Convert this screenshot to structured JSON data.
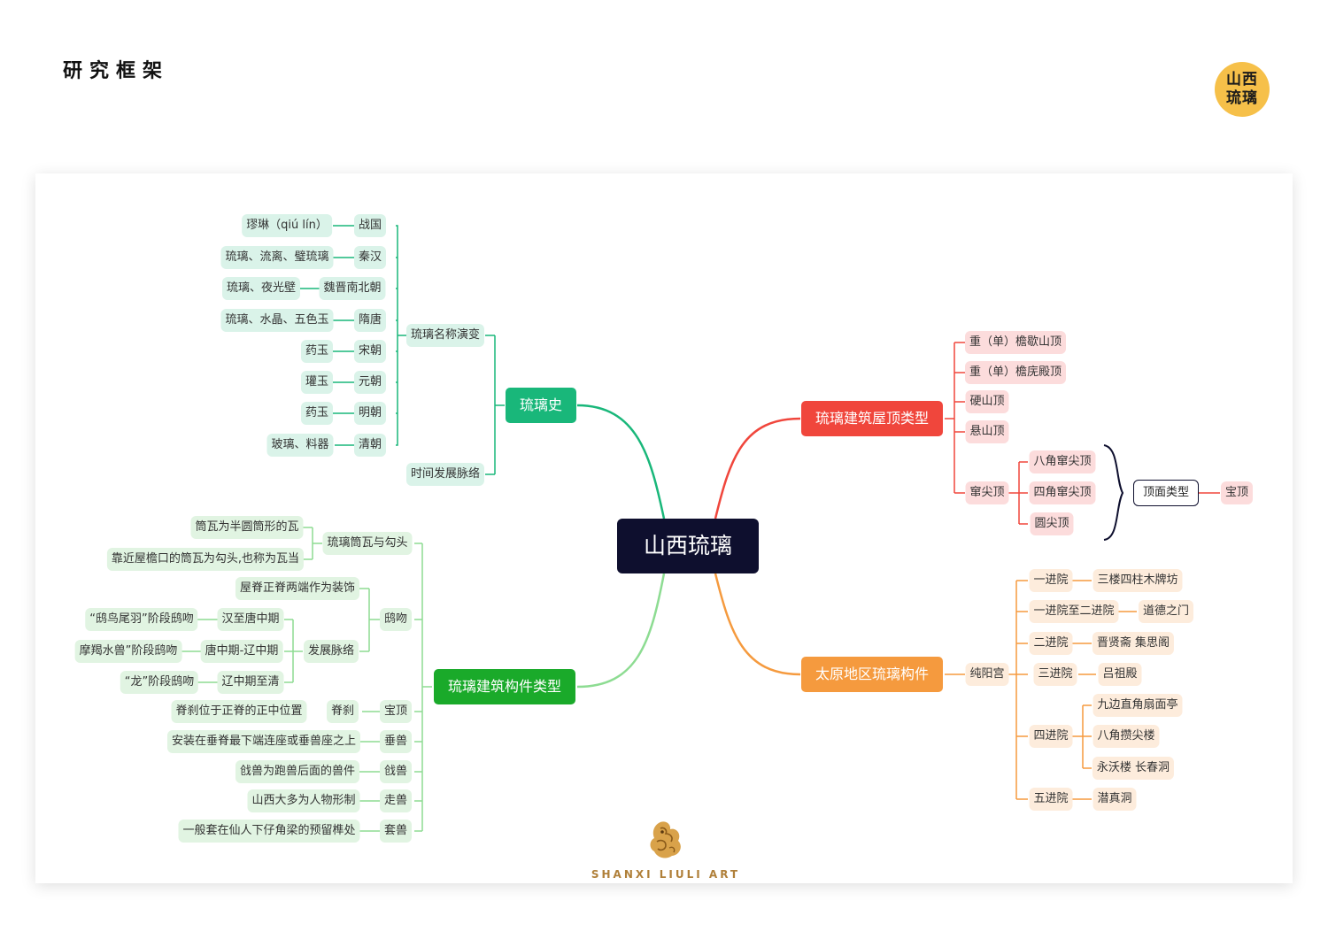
{
  "page": {
    "title": "研究框架",
    "badge_line1": "山西",
    "badge_line2": "琉璃",
    "footer": "SHANXI LIULI ART"
  },
  "colors": {
    "history": "#19b77a",
    "parts": "#1aaa2a",
    "roof": "#f0463c",
    "taiyuan": "#f59a3e",
    "root": "#0e0f2e"
  },
  "root": "山西琉璃",
  "branches": {
    "history": {
      "label": "琉璃史",
      "name_evolution": "琉璃名称演变",
      "timeline": "时间发展脉络",
      "eras": [
        {
          "era": "战国",
          "names": "璆琳（qiú lín）"
        },
        {
          "era": "秦汉",
          "names": "琉璃、流离、璧琉璃"
        },
        {
          "era": "魏晋南北朝",
          "names": "琉璃、夜光壁"
        },
        {
          "era": "隋唐",
          "names": "琉璃、水晶、五色玉"
        },
        {
          "era": "宋朝",
          "names": "药玉"
        },
        {
          "era": "元朝",
          "names": "瓘玉"
        },
        {
          "era": "明朝",
          "names": "药玉"
        },
        {
          "era": "清朝",
          "names": "玻璃、料器"
        }
      ]
    },
    "parts": {
      "label": "琉璃建筑构件类型",
      "tile_group": "琉璃筒瓦与勾头",
      "tile_items": [
        "筒瓦为半圆筒形的瓦",
        "靠近屋檐口的筒瓦为勾头,也称为瓦当"
      ],
      "chiwen": "鸱吻",
      "chiwen_deco": "屋脊正脊两端作为装饰",
      "chiwen_dev": "发展脉络",
      "chiwen_stages": [
        {
          "period": "汉至唐中期",
          "desc": "“鸱鸟尾羽”阶段鸱吻"
        },
        {
          "period": "唐中期-辽中期",
          "desc": "摩羯水兽”阶段鸱吻"
        },
        {
          "period": "辽中期至清",
          "desc": "“龙”阶段鸱吻"
        }
      ],
      "baoding": "宝顶",
      "jisha": "脊刹",
      "jisha_desc": "脊刹位于正脊的正中位置",
      "others": [
        {
          "name": "垂兽",
          "desc": "安装在垂脊最下端连座或垂兽座之上"
        },
        {
          "name": "戗兽",
          "desc": "戗兽为跑兽后面的兽件"
        },
        {
          "name": "走兽",
          "desc": "山西大多为人物形制"
        },
        {
          "name": "套兽",
          "desc": "一般套在仙人下仔角梁的预留榫处"
        }
      ]
    },
    "roof": {
      "label": "琉璃建筑屋顶类型",
      "items": [
        "重（单）檐歇山顶",
        "重（单）檐庑殿顶",
        "硬山顶",
        "悬山顶"
      ],
      "zanjian": "窜尖顶",
      "zanjian_items": [
        "八角窜尖顶",
        "四角窜尖顶",
        "圆尖顶"
      ],
      "top_type": "顶面类型",
      "baoding": "宝顶"
    },
    "taiyuan": {
      "label": "太原地区琉璃构件",
      "temple": "纯阳宫",
      "courts": [
        {
          "court": "一进院",
          "items": [
            "三楼四柱木牌坊"
          ]
        },
        {
          "court": "一进院至二进院",
          "items": [
            "道德之门"
          ]
        },
        {
          "court": "二进院",
          "items": [
            "晋贤斋 集思阁"
          ]
        },
        {
          "court": "三进院",
          "items": [
            "吕祖殿"
          ]
        },
        {
          "court": "四进院",
          "items": [
            "九边直角扇面亭",
            "八角攒尖楼",
            "永沃楼 长春洞"
          ]
        },
        {
          "court": "五进院",
          "items": [
            "潜真洞"
          ]
        }
      ]
    }
  }
}
